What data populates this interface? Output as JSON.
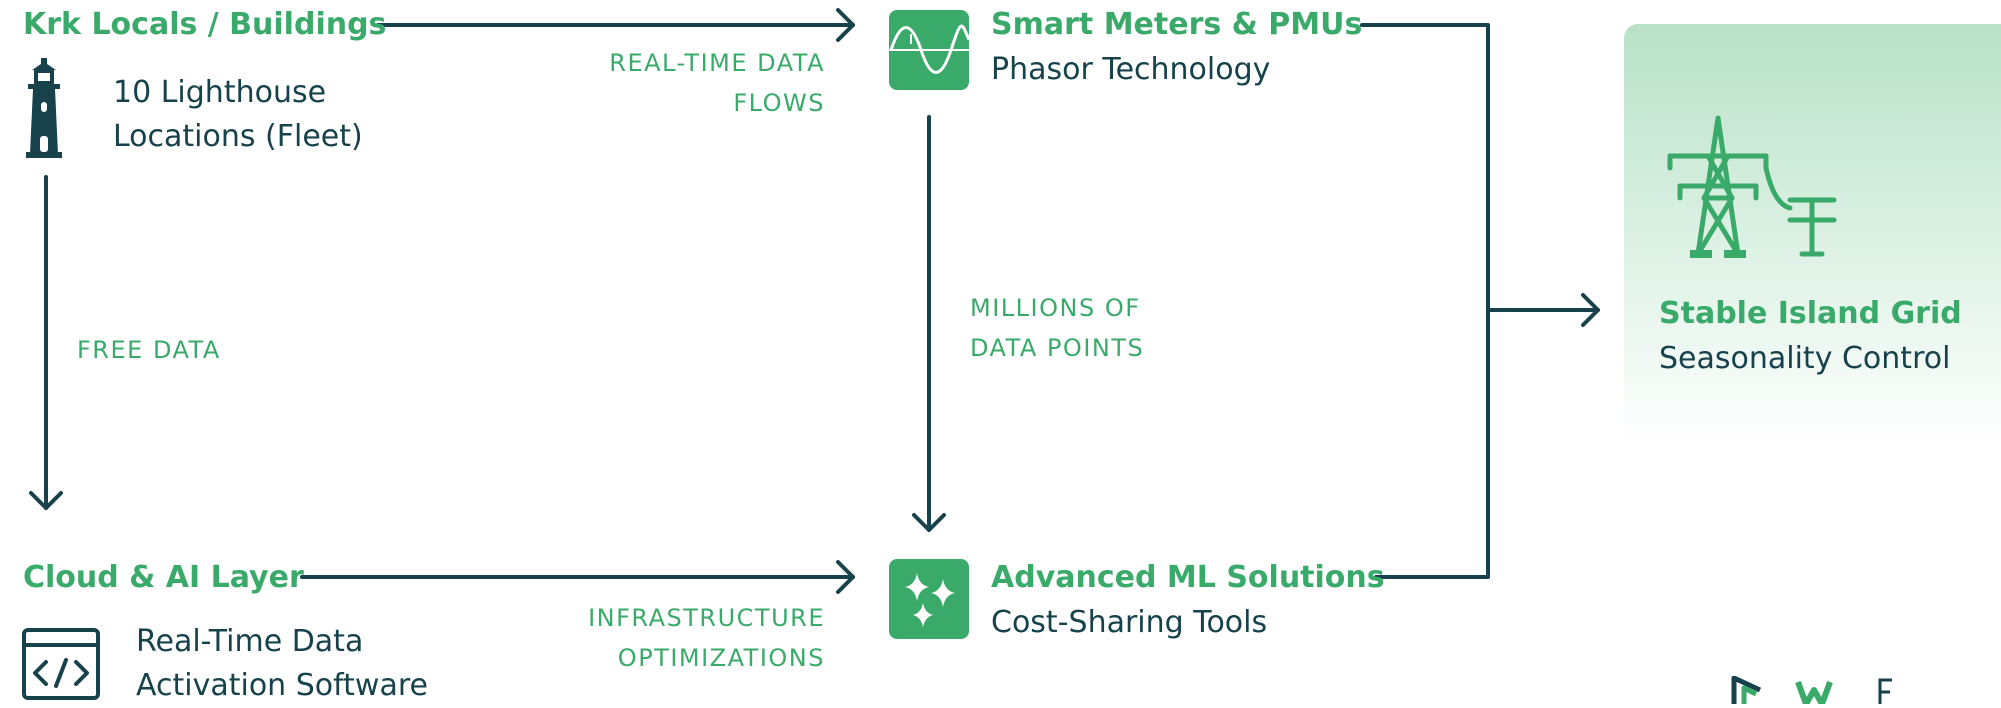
{
  "nodes": {
    "krk": {
      "title": "Krk Locals / Buildings",
      "line1": "10 Lighthouse",
      "line2": "Locations (Fleet)",
      "icon": "lighthouse-icon"
    },
    "smart_meters": {
      "title": "Smart Meters & PMUs",
      "subtitle": "Phasor Technology",
      "icon": "sine-wave-icon"
    },
    "cloud": {
      "title": "Cloud & AI Layer",
      "line1": "Real-Time Data",
      "line2": "Activation Software",
      "icon": "code-window-icon"
    },
    "ml": {
      "title": "Advanced ML Solutions",
      "subtitle": "Cost-Sharing Tools",
      "icon": "sparkles-icon"
    },
    "grid": {
      "title": "Stable Island Grid",
      "subtitle": "Seasonality Control",
      "icon": "power-tower-icon"
    }
  },
  "edges": {
    "realtime": {
      "line1": "REAL-TIME DATA",
      "line2": "FLOWS"
    },
    "free": {
      "label": "FREE DATA"
    },
    "millions": {
      "line1": "MILLIONS OF",
      "line2": "DATA POINTS"
    },
    "infra": {
      "line1": "INFRASTRUCTURE",
      "line2": "OPTIMIZATIONS"
    }
  },
  "colors": {
    "green": "#3aaa6a",
    "dark": "#17424c",
    "panel_light": "#b8e2c8"
  }
}
